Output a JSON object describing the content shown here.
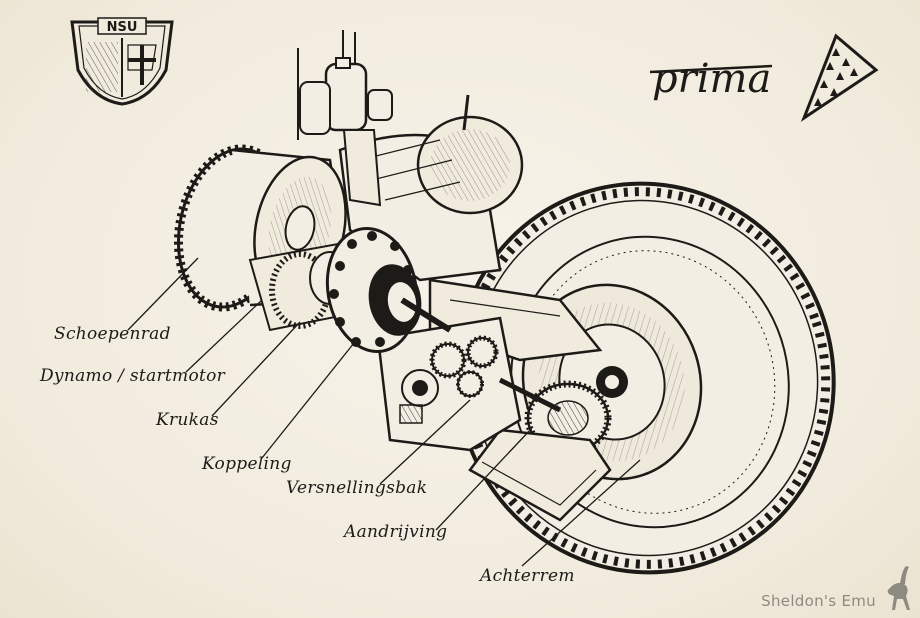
{
  "logo": {
    "badge_text": "NSU",
    "wordmark": "prima"
  },
  "labels": [
    {
      "id": "schoepenrad",
      "text": "Schoepenrad"
    },
    {
      "id": "dynamo",
      "text": "Dynamo / startmotor"
    },
    {
      "id": "krukas",
      "text": "Krukas"
    },
    {
      "id": "koppeling",
      "text": "Koppeling"
    },
    {
      "id": "versnellingsbak",
      "text": "Versnellingsbak"
    },
    {
      "id": "aandrijving",
      "text": "Aandrijving"
    },
    {
      "id": "achterrem",
      "text": "Achterrem"
    }
  ],
  "watermark": "Sheldon's Emu",
  "colors": {
    "ink": "#1d1b18",
    "paper": "#f4efe4",
    "watermark": "#8d8a82"
  }
}
